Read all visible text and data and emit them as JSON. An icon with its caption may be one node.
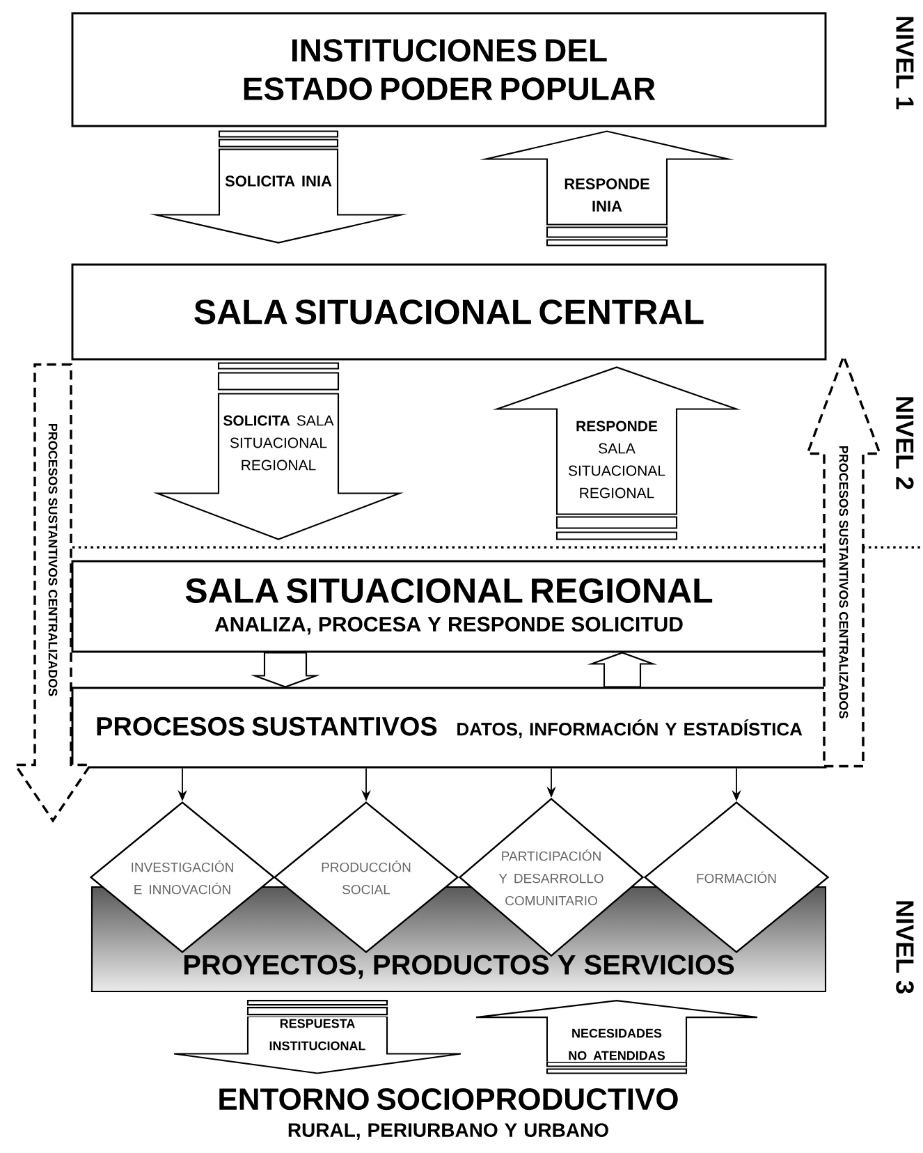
{
  "diagram": {
    "nodes": [
      {
        "text": [
          "INSTITUCIONES DEL ESTADO PODER POPULAR"
        ]
      },
      {
        "text": [
          "SALA SITUACIONAL CENTRAL"
        ]
      },
      {
        "text": [
          "SALA SITUACIONAL REGIONAL",
          "ANALIZA, PROCESA Y RESPONDE SOLICITUD"
        ]
      },
      {
        "text": [
          "PROCESOS SUSTANTIVOS",
          "DATOS, INFORMACIÓN Y ESTADÍSTICA"
        ]
      },
      {
        "text": [
          "INVESTIGACIÓN E INNOVACIÓN"
        ]
      },
      {
        "text": [
          "PRODUCCIÓN SOCIAL"
        ]
      },
      {
        "text": [
          "PARTICIPACIÓN Y DESARROLLO COMUNITARIO"
        ]
      },
      {
        "text": [
          "FORMACIÓN"
        ]
      },
      {
        "text": [
          "PROYECTOS, PRODUCTOS Y SERVICIOS"
        ]
      },
      {
        "text": [
          "ENTORNO SOCIOPRODUCTIVO",
          "RURAL, PERIURBANO Y URBANO"
        ]
      }
    ],
    "edges": [
      {
        "from": 0,
        "to": 1,
        "arrow": "to",
        "label": "SOLICITA INIA"
      },
      {
        "from": 1,
        "to": 0,
        "arrow": "to",
        "label": "RESPONDE INIA"
      },
      {
        "from": 1,
        "to": 2,
        "arrow": "to",
        "label": "**SOLICITA** SALA SITUACIONAL REGIONAL"
      },
      {
        "from": 2,
        "to": 1,
        "arrow": "to",
        "label": "**RESPONDE** SALA SITUACIONAL REGIONAL"
      },
      {
        "from": 2,
        "to": 3,
        "arrow": "to"
      },
      {
        "from": 3,
        "to": 2,
        "arrow": "to"
      },
      {
        "from": 3,
        "to": 4,
        "arrow": "to"
      },
      {
        "from": 3,
        "to": 5,
        "arrow": "to"
      },
      {
        "from": 3,
        "to": 6,
        "arrow": "to"
      },
      {
        "from": 3,
        "to": 7,
        "arrow": "to"
      },
      {
        "from": 8,
        "to": 9,
        "arrow": "to",
        "label": "RESPUESTA INSTITUCIONAL"
      },
      {
        "from": 9,
        "to": 8,
        "arrow": "to",
        "label": "NECESIDADES NO ATENDIDAS"
      },
      {
        "from": 1,
        "to": 3,
        "arrow": "to",
        "style": "dashed",
        "label": "PROCESOS SUSTANTIVOS CENTRALIZADOS"
      },
      {
        "from": 3,
        "to": 1,
        "arrow": "to",
        "style": "dashed",
        "label": "PROCESOS SUSTANTIVOS CENTRALIZADOS"
      }
    ],
    "labels": [
      "NIVEL 1",
      "NIVEL 2",
      "NIVEL 3"
    ]
  }
}
